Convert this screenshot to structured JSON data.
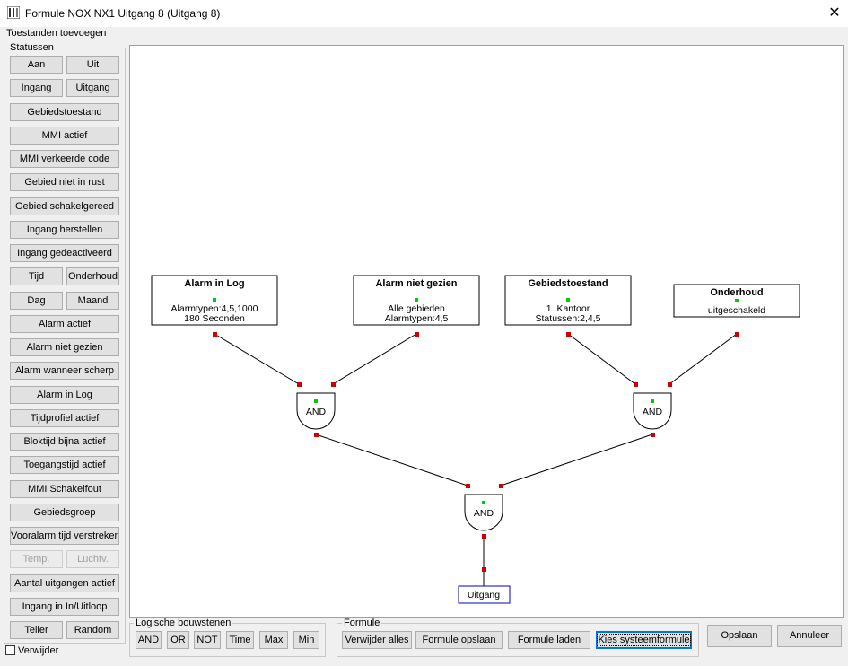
{
  "window": {
    "title": "Formule NOX NX1 Uitgang 8   (Uitgang 8)",
    "close_glyph": "✕"
  },
  "menu": {
    "add_states": "Toestanden toevoegen"
  },
  "statussen": {
    "label": "Statussen",
    "rows": [
      [
        "Aan",
        "Uit"
      ],
      [
        "Ingang",
        "Uitgang"
      ],
      [
        "Gebiedstoestand"
      ],
      [
        "MMI actief"
      ],
      [
        "MMI verkeerde code"
      ],
      [
        "Gebied niet in rust"
      ],
      [
        "Gebied schakelgereed"
      ],
      [
        "Ingang herstellen"
      ],
      [
        "Ingang gedeactiveerd"
      ],
      [
        "Tijd",
        "Onderhoud"
      ],
      [
        "Dag",
        "Maand"
      ],
      [
        "Alarm actief"
      ],
      [
        "Alarm niet gezien"
      ],
      [
        "Alarm wanneer scherp"
      ],
      [
        "Alarm in Log"
      ],
      [
        "Tijdprofiel actief"
      ],
      [
        "Bloktijd bijna actief"
      ],
      [
        "Toegangstijd actief"
      ],
      [
        "MMI Schakelfout"
      ],
      [
        "Gebiedsgroep"
      ],
      [
        "Vooralarm tijd verstreken"
      ],
      [
        "Temp.",
        "Luchtv."
      ],
      [
        "Aantal uitgangen actief"
      ],
      [
        "Ingang in In/Uitloop"
      ],
      [
        "Teller",
        "Random"
      ]
    ],
    "disabled": [
      "Temp.",
      "Luchtv."
    ]
  },
  "verwijder_checkbox": {
    "label": "Verwijder",
    "checked": false
  },
  "logic": {
    "label": "Logische bouwstenen",
    "buttons": [
      "AND",
      "OR",
      "NOT",
      "Time",
      "Max",
      "Min"
    ]
  },
  "formule": {
    "label": "Formule",
    "buttons": [
      "Verwijder alles",
      "Formule opslaan",
      "Formule laden",
      "Kies systeemformule"
    ]
  },
  "dialog": {
    "save": "Opslaan",
    "cancel": "Annuleer"
  },
  "diagram": {
    "blocks": [
      {
        "id": "alarm-in-log",
        "title": "Alarm in Log",
        "lines": [
          "Alarmtypen:4,5,1000",
          "180 Seconden"
        ]
      },
      {
        "id": "alarm-niet-gezien",
        "title": "Alarm niet gezien",
        "lines": [
          "Alle gebieden",
          "Alarmtypen:4,5"
        ]
      },
      {
        "id": "gebiedstoestand",
        "title": "Gebiedstoestand",
        "lines": [
          "1. Kantoor",
          "Statussen:2,4,5"
        ]
      },
      {
        "id": "onderhoud",
        "title": "Onderhoud",
        "lines": [
          "uitgeschakeld"
        ]
      }
    ],
    "gates": [
      {
        "id": "and-left",
        "label": "AND"
      },
      {
        "id": "and-right",
        "label": "AND"
      },
      {
        "id": "and-bottom",
        "label": "AND"
      }
    ],
    "output": {
      "label": "Uitgang"
    },
    "colors": {
      "connector": "#cc0000",
      "indicator": "#00cc00",
      "output_border": "#0000cc"
    }
  }
}
